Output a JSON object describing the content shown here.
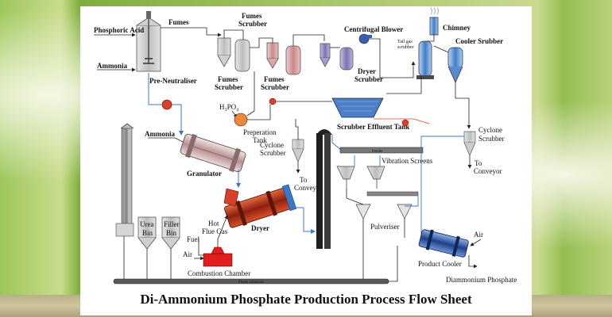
{
  "title": "Di-Ammonium Phosphate Production Process Flow Sheet",
  "labels": {
    "phosphoric_acid": "Phosphoric Acid",
    "ammonia_top": "Ammonia",
    "fumes": "Fumes",
    "fumes_scrubber_top_1": "Fumes",
    "fumes_scrubber_top_2": "Scrubber",
    "pre_neutraliser": "Pre-Neutraliser",
    "fumes_scrubber_a_1": "Fumes",
    "fumes_scrubber_a_2": "Scrubber",
    "fumes_scrubber_b_1": "Fumes",
    "fumes_scrubber_b_2": "Scrubber",
    "centrifugal_blower": "Centrifugal Blower",
    "tail_gas_1": "Tail gas",
    "tail_gas_2": "scrubber",
    "chimney": "Chimney",
    "cooler_scrubber": "Cooler Srubber",
    "dryer_scrubber_1": "Dryer",
    "dryer_scrubber_2": "Scrubber",
    "h3po4": "H₃PO₄",
    "preparation_tank_1": "Preperation",
    "preparation_tank_2": "Tank",
    "scrubber_effluent_tank": "Scrubber Effluent Tank",
    "ammonia_mid": "Ammonia",
    "cyclone_scrubber_mid_1": "Cyclone",
    "cyclone_scrubber_mid_2": "Scrubber",
    "cyclone_scrubber_right_1": "Cyclone",
    "cyclone_scrubber_right_2": "Scrubber",
    "granulator": "Granulator",
    "to_conveyor_mid_1": "To",
    "to_conveyor_mid_2": "Conveyor",
    "to_conveyor_right_1": "To",
    "to_conveyor_right_2": "Conveyor",
    "feeder": "Feeder",
    "vibration_screens": "Vibration Screens",
    "urea_bin_1": "Urea",
    "urea_bin_2": "Bin",
    "filler_bin_1": "Filler",
    "filler_bin_2": "Bin",
    "hot_flue_gas_1": "Hot",
    "hot_flue_gas_2": "Flue Gas",
    "fuel": "Fuel",
    "dryer": "Dryer",
    "air_left": "Air",
    "combustion_chamber": "Combustion Chamber",
    "pulveriser": "Pulveriser",
    "air_right": "Air",
    "product_cooler": "Product Cooler",
    "diammonium_phosphate": "Diammonium Phosphate",
    "finals_conveyor": "Finals conveyor"
  },
  "colors": {
    "accent_blue": "#3a78c8",
    "pump_red": "#d8402a",
    "vessel_purple": "#8b82c0",
    "vessel_pink": "#d49a9a",
    "vessel_gray": "#c9c9c9",
    "dryer_red": "#b8321e"
  }
}
